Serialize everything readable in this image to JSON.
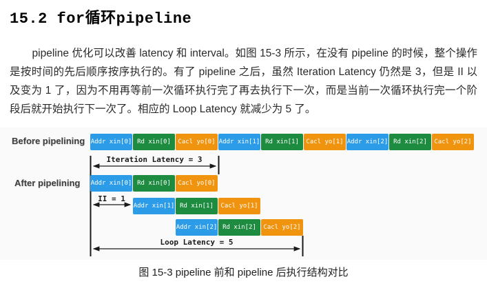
{
  "page": {
    "heading": "15.2 for循环pipeline",
    "paragraph": "pipeline 优化可以改善 latency 和 interval。如图 15-3 所示，在没有 pipeline 的时候，整个操作是按时间的先后顺序按序执行的。有了 pipeline 之后，虽然 Iteration Latency 仍然是 3，但是 II 以及变为 1 了，因为不用再等前一次循环执行完了再去执行下一次，而是当前一次循环执行完一个阶段后就开始执行下一次了。相应的 Loop Latency 就减少为 5 了。",
    "caption": "图 15-3 pipeline 前和 pipeline 后执行结构对比"
  },
  "figure": {
    "before_label": "Before pipelining",
    "after_label": "After pipelining",
    "annotations": {
      "iteration_latency": "Iteration Latency = 3",
      "initiation_interval": "II = 1",
      "loop_latency": "Loop Latency = 5"
    },
    "colors": {
      "addr": "#2d9ce8",
      "rd": "#1d8c40",
      "cacl": "#f0930e",
      "line": "#1a1a1a",
      "figure_bg": "#fafafa"
    },
    "before_blocks": [
      {
        "label": "Addr xin[0]",
        "type": "addr"
      },
      {
        "label": "Rd xin[0]",
        "type": "rd"
      },
      {
        "label": "Cacl yo[0]",
        "type": "cacl"
      },
      {
        "label": "Addr xin[1]",
        "type": "addr"
      },
      {
        "label": "Rd xin[1]",
        "type": "rd"
      },
      {
        "label": "Cacl yo[1]",
        "type": "cacl"
      },
      {
        "label": "Addr xin[2]",
        "type": "addr"
      },
      {
        "label": "Rd xin[2]",
        "type": "rd"
      },
      {
        "label": "Cacl yo[2]",
        "type": "cacl"
      }
    ],
    "after_rows": [
      [
        {
          "label": "Addr xin[0]",
          "type": "addr"
        },
        {
          "label": "Rd xin[0]",
          "type": "rd"
        },
        {
          "label": "Cacl yo[0]",
          "type": "cacl"
        }
      ],
      [
        {
          "label": "Addr xin[1]",
          "type": "addr"
        },
        {
          "label": "Rd xin[1]",
          "type": "rd"
        },
        {
          "label": "Cacl yo[1]",
          "type": "cacl"
        }
      ],
      [
        {
          "label": "Addr xin[2]",
          "type": "addr"
        },
        {
          "label": "Rd xin[2]",
          "type": "rd"
        },
        {
          "label": "Cacl yo[2]",
          "type": "cacl"
        }
      ]
    ]
  }
}
